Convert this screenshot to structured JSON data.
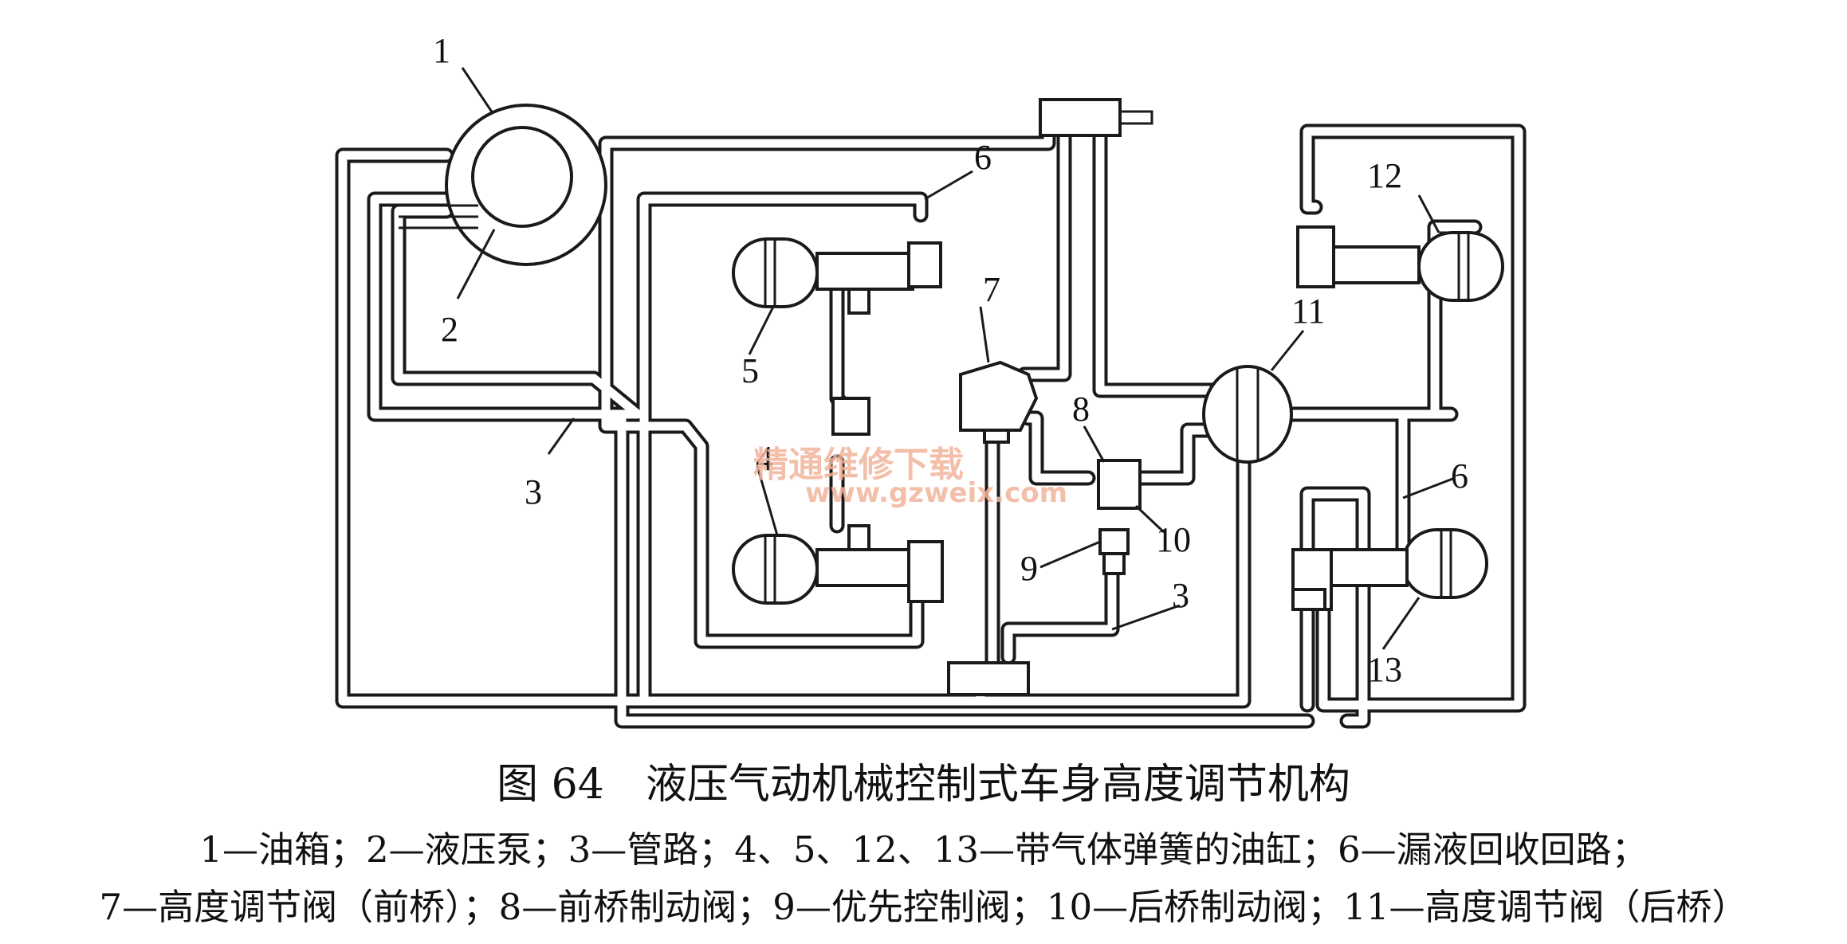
{
  "diagram": {
    "labels": {
      "n1": "1",
      "n2": "2",
      "n3a": "3",
      "n3b": "3",
      "n4": "4",
      "n5": "5",
      "n6a": "6",
      "n6b": "6",
      "n7": "7",
      "n8": "8",
      "n9": "9",
      "n10": "10",
      "n11": "11",
      "n12": "12",
      "n13": "13"
    },
    "watermark": {
      "text_cn": "精通维修下载",
      "url": "www.gzweix.com"
    }
  },
  "caption": {
    "title": "图 64　液压气动机械控制式车身高度调节机构",
    "legend_line1": "1—油箱；2—液压泵；3—管路；4、5、12、13—带气体弹簧的油缸；6—漏液回收回路；",
    "legend_line2": "7—高度调节阀（前桥）；8—前桥制动阀；9—优先控制阀；10—后桥制动阀；11—高度调节阀（后桥）"
  }
}
